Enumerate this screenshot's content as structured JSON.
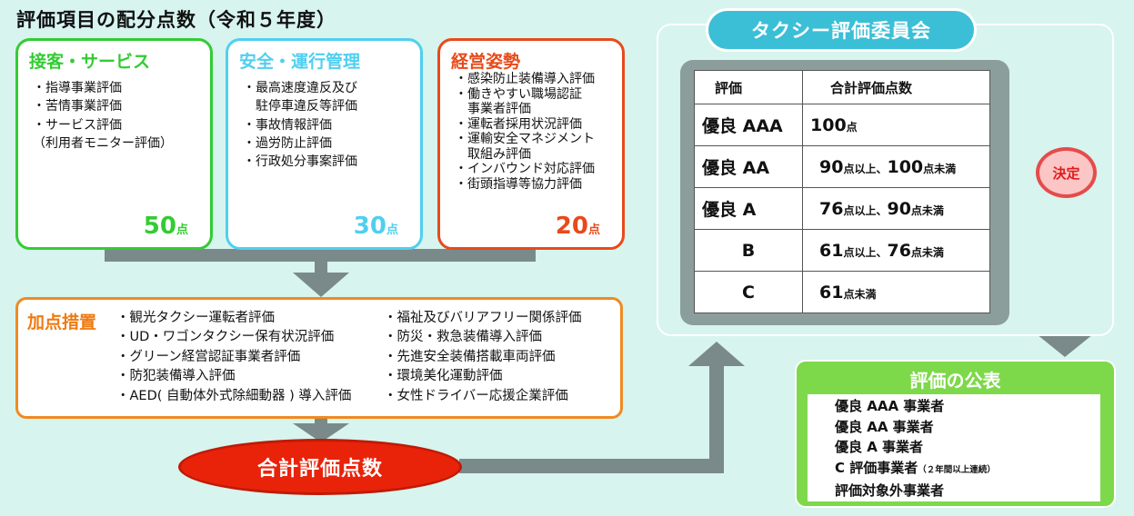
{
  "title": "評価項目の配分点数（令和５年度）",
  "colors": {
    "green": "#33cc33",
    "cyan": "#4fcff0",
    "red": "#e84a1a",
    "orange": "#f08a22",
    "arrow": "#7a8a8a"
  },
  "categories": [
    {
      "name": "接客・サービス",
      "items": [
        "指導事業評価",
        "苦情事業評価",
        "サービス評価"
      ],
      "extra": "（利用者モニター評価）",
      "points": "50",
      "unit": "点"
    },
    {
      "name": "安全・運行管理",
      "items": [
        "最高速度違反及び",
        "事故情報評価",
        "過労防止評価",
        "行政処分事案評価"
      ],
      "extra": "駐停車違反等評価",
      "points": "30",
      "unit": "点"
    },
    {
      "name": "経営姿勢",
      "items": [
        "感染防止装備導入評価",
        "働きやすい職場認証",
        "運転者採用状況評価",
        "運輸安全マネジメント",
        "インバウンド対応評価",
        "街頭指導等協力評価"
      ],
      "extras": [
        "事業者評価",
        "取組み評価"
      ],
      "points": "20",
      "unit": "点"
    }
  ],
  "katen": {
    "label": "加点措置",
    "left": [
      "観光タクシー運転者評価",
      "UD・ワゴンタクシー保有状況評価",
      "グリーン経営認証事業者評価",
      "防犯装備導入評価",
      "AED( 自動体外式除細動器 ) 導入評価"
    ],
    "right": [
      "福祉及びバリアフリー関係評価",
      "防災・救急装備導入評価",
      "先進安全装備搭載車両評価",
      "環境美化運動評価",
      "女性ドライバー応援企業評価"
    ]
  },
  "total": "合計評価点数",
  "committee": "タクシー評価委員会",
  "grade_table": {
    "headers": [
      "評価",
      "合計評価点数"
    ],
    "rows": [
      {
        "grade": "優良 AAA",
        "a": "100",
        "au": "点",
        "b": "",
        "bu": ""
      },
      {
        "grade": "優良 AA",
        "a": "90",
        "au": "点以上、",
        "b": "100",
        "bu": "点未満"
      },
      {
        "grade": "優良 A",
        "a": "76",
        "au": "点以上、",
        "b": "90",
        "bu": "点未満"
      },
      {
        "grade": "B",
        "a": "61",
        "au": "点以上、",
        "b": "76",
        "bu": "点未満"
      },
      {
        "grade": "C",
        "a": "61",
        "au": "点未満",
        "b": "",
        "bu": ""
      }
    ]
  },
  "decision": "決定",
  "publication": {
    "title": "評価の公表",
    "items": [
      "優良 AAA 事業者",
      "優良 AA 事業者",
      "優良 A 事業者",
      "C 評価事業者",
      "評価対象外事業者"
    ],
    "note": "（２年間以上連続）"
  }
}
